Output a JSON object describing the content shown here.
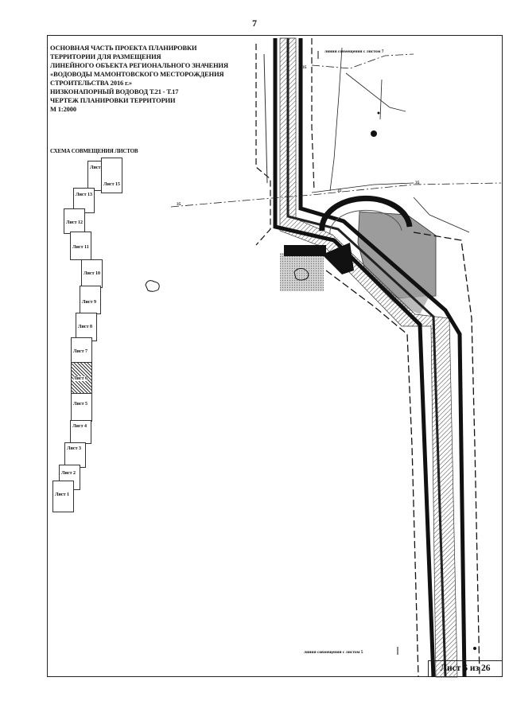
{
  "page_number": "7",
  "title_lines": [
    "ОСНОВНАЯ ЧАСТЬ ПРОЕКТА ПЛАНИРОВКИ",
    "ТЕРРИТОРИИ ДЛЯ РАЗМЕЩЕНИЯ",
    "ЛИНЕЙНОГО ОБЪЕКТА РЕГИОНАЛЬНОГО ЗНАЧЕНИЯ",
    "«ВОДОВОДЫ МАМОНТОВСКОГО МЕСТОРОЖДЕНИЯ",
    "СТРОИТЕЛЬСТВА 2016 г.»",
    "НИЗКОНАПОРНЫЙ ВОДОВОД Т.21 - Т.17",
    "ЧЕРТЕЖ ПЛАНИРОВКИ ТЕРРИТОРИИ",
    "М 1:2000"
  ],
  "scheme_title": "СХЕМА СОВМЕЩЕНИЯ ЛИСТОВ",
  "sheets": [
    "Лист 14",
    "Лист 15",
    "Лист 13",
    "Лист 12",
    "Лист 11",
    "Лист 10",
    "Лист 9",
    "Лист 8",
    "Лист 7",
    "Лист 6",
    "Лист 5",
    "Лист 4",
    "Лист 3",
    "Лист 2",
    "Лист 1"
  ],
  "map_labels": {
    "match_line_top": "линия совмещения с листом 7",
    "match_line_bottom": "линия совмещения с листом 5",
    "contour_35": "35"
  },
  "sheet_stamp": "Лист 6 из 26"
}
